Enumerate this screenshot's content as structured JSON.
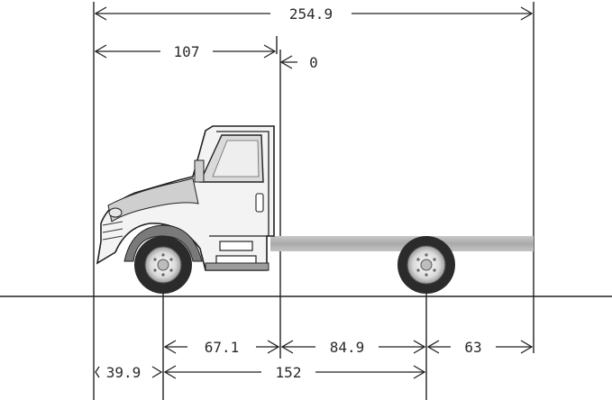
{
  "diagram": {
    "dimensions": {
      "overall_length": "254.9",
      "bumper_to_back_of_cab": "107",
      "back_of_cab_datum": "0",
      "front_axle_to_back_of_cab": "67.1",
      "back_of_cab_to_rear_axle": "84.9",
      "rear_axle_to_end_of_frame": "63",
      "front_overhang": "39.9",
      "wheelbase": "152"
    },
    "colors": {
      "lines": "#222222",
      "frame_rail": "#b3b3b3",
      "cab_fill": "#f2f2f2",
      "tire": "#2b2b2b"
    },
    "icons": [
      "truck-cab-icon",
      "front-wheel-icon",
      "rear-wheel-icon"
    ]
  }
}
